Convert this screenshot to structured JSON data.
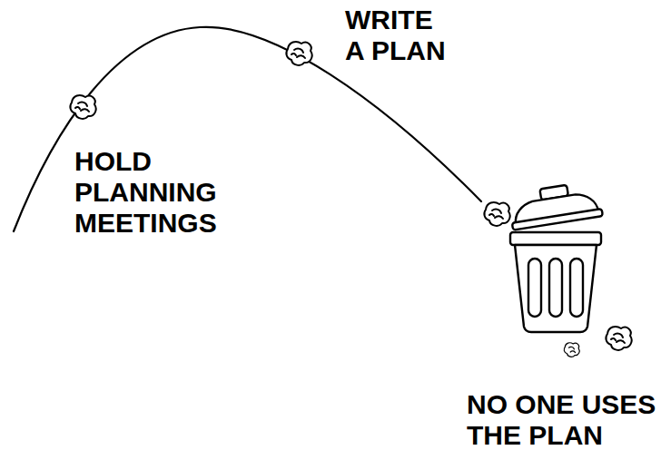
{
  "diagram": {
    "labels": [
      "HOLD PLANNING MEETINGS",
      "WRITE A PLAN",
      "NO ONE USES THE PLAN"
    ]
  }
}
